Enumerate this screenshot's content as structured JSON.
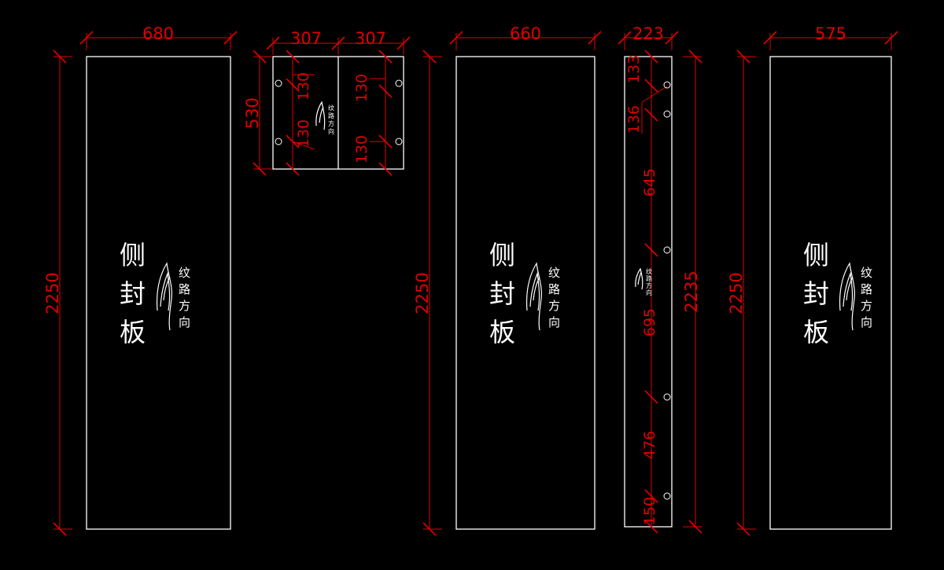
{
  "panels": {
    "a": {
      "width": "680",
      "height": "2250",
      "label_chars": [
        "侧",
        "封",
        "板"
      ],
      "grain_chars": [
        "纹",
        "路",
        "方",
        "向"
      ]
    },
    "b": {
      "width_left": "307",
      "width_right": "307",
      "height": "530",
      "dims_left": [
        "130",
        "130"
      ],
      "dims_right": [
        "130",
        "130"
      ],
      "grain_chars": [
        "纹",
        "路",
        "方",
        "向"
      ]
    },
    "c": {
      "width": "660",
      "height": "2250",
      "label_chars": [
        "侧",
        "封",
        "板"
      ],
      "grain_chars": [
        "纹",
        "路",
        "方",
        "向"
      ]
    },
    "d": {
      "width": "223",
      "height": "2235",
      "segments": [
        "133",
        "136",
        "645",
        "695",
        "476",
        "150"
      ],
      "grain_chars": [
        "纹",
        "路",
        "方",
        "向"
      ]
    },
    "e": {
      "width": "575",
      "height": "2250",
      "label_chars": [
        "侧",
        "封",
        "板"
      ],
      "grain_chars": [
        "纹",
        "路",
        "方",
        "向"
      ]
    }
  },
  "colors": {
    "background": "#000000",
    "outline": "#ffffff",
    "dimension": "#e00000"
  }
}
